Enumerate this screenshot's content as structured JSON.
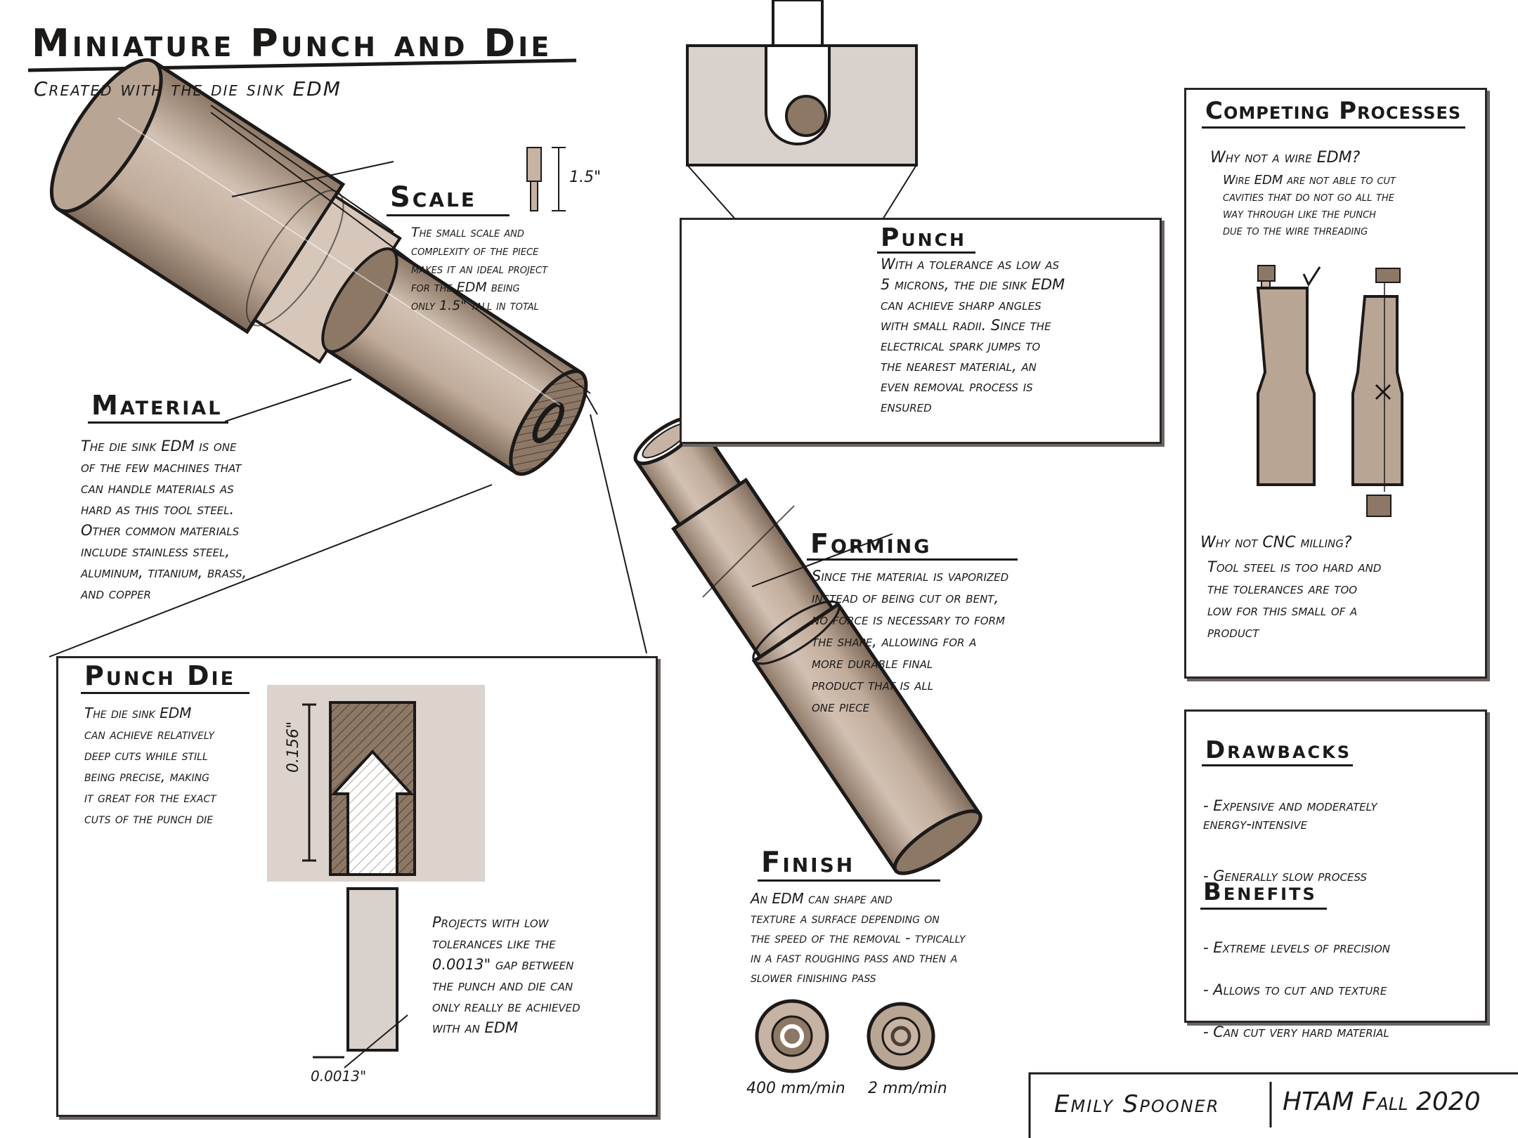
{
  "title": "Miniature Punch and Die",
  "subtitle": "Created with the die sink EDM",
  "scale": {
    "heading": "Scale",
    "dimension": "1.5\"",
    "text": "The small scale and\ncomplexity of the piece\nmakes it an ideal project\nfor the EDM being\nonly 1.5\" tall in total"
  },
  "material": {
    "heading": "Material",
    "text": "The die sink EDM is one\nof the few machines that\ncan handle materials as\nhard as this tool steel.\nOther common materials\ninclude stainless steel,\naluminum, titanium, brass,\nand copper"
  },
  "punch": {
    "heading": "Punch",
    "text": "With a tolerance as low as\n5 microns, the die sink EDM\ncan achieve sharp angles\nwith small radii. Since the\nelectrical spark jumps to\nthe nearest material, an\neven removal process is\nensured"
  },
  "forming": {
    "heading": "Forming",
    "text": "Since the material is vaporized\ninstead of being cut or bent,\nno force is necessary to form\nthe shape, allowing for a\nmore durable final\nproduct that is all\none piece"
  },
  "finish": {
    "heading": "Finish",
    "text": "An EDM can shape and\ntexture a surface depending on\nthe speed of the removal - typically\nin a fast roughing pass and then a\nslower finishing pass",
    "speed_fast": "400 mm/min",
    "speed_slow": "2 mm/min"
  },
  "punch_die": {
    "heading": "Punch Die",
    "text": "The die sink EDM\ncan achieve relatively\ndeep cuts while still\nbeing precise, making\nit great for the exact\ncuts of the punch die",
    "depth_label": "0.156\"",
    "gap_label": "0.0013\"",
    "tolerance_text": "Projects with low\ntolerances like the\n0.0013\" gap between\nthe punch and die can\nonly really be achieved\nwith an EDM"
  },
  "competing": {
    "heading": "Competing Processes",
    "q1": "Why not a wire EDM?",
    "a1": "Wire EDM are not able to cut\ncavities that do not go all the\nway through like the punch\ndue to the wire threading",
    "q2": "Why not CNC milling?",
    "a2": "Tool steel is too hard and\nthe tolerances are too\nlow for this small of a\nproduct"
  },
  "drawbacks": {
    "heading": "Drawbacks",
    "items": [
      "- Expensive and moderately\n  energy-intensive",
      "- Generally slow process"
    ]
  },
  "benefits": {
    "heading": "Benefits",
    "items": [
      "- Extreme levels of precision",
      "- Allows to cut and texture",
      "- Can cut very hard material"
    ]
  },
  "footer": {
    "author": "Emily Spooner",
    "course": "HTAM Fall 2020"
  },
  "colors": {
    "metal": "#c7b3a3",
    "metal_dark": "#8d7866",
    "ink": "#1c1a19"
  }
}
